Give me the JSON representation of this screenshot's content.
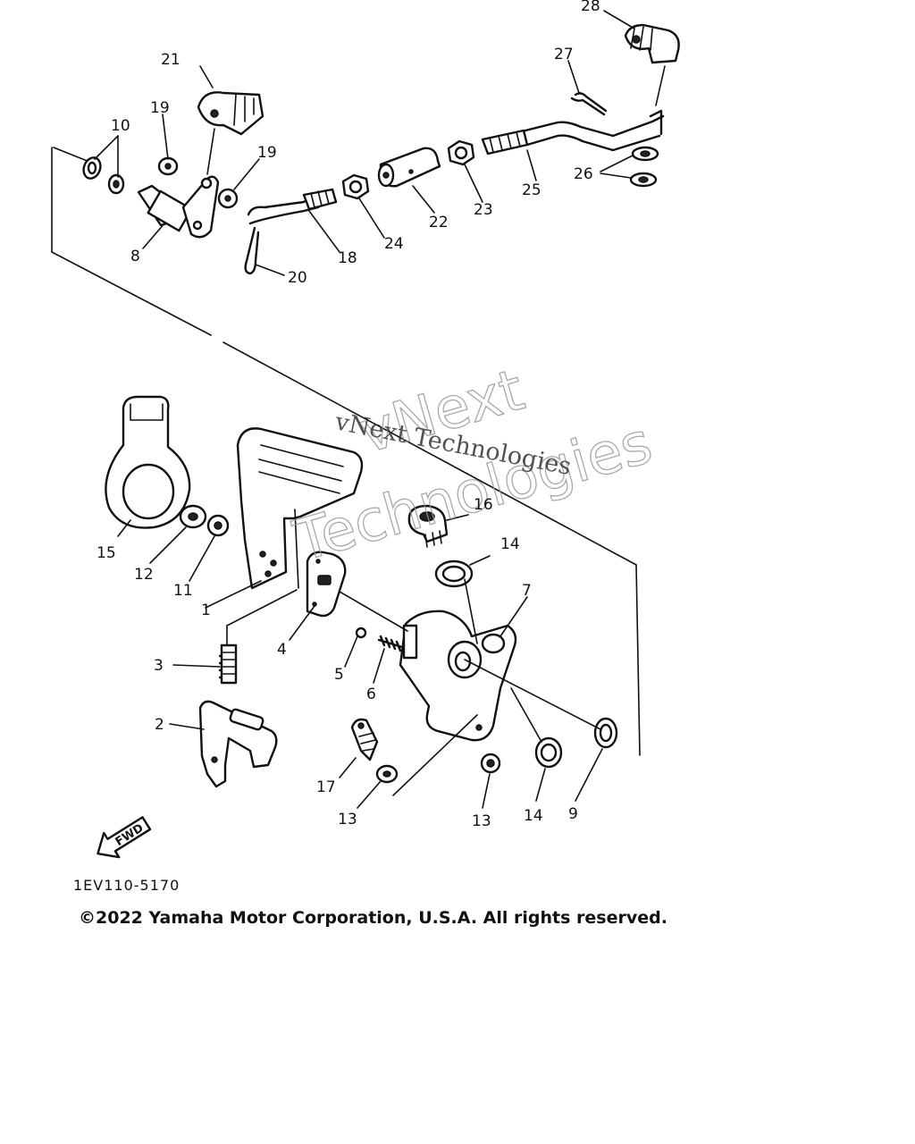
{
  "diagram": {
    "part_numbers": {
      "p1": "1",
      "p2": "2",
      "p3": "3",
      "p4": "4",
      "p5": "5",
      "p6": "6",
      "p7": "7",
      "p8": "8",
      "p9": "9",
      "p10": "10",
      "p11": "11",
      "p12": "12",
      "p13a": "13",
      "p13b": "13",
      "p14a": "14",
      "p14b": "14",
      "p15": "15",
      "p16": "16",
      "p17": "17",
      "p18": "18",
      "p19a": "19",
      "p19b": "19",
      "p20": "20",
      "p21": "21",
      "p22": "22",
      "p23": "23",
      "p24": "24",
      "p25": "25",
      "p26": "26",
      "p27": "27",
      "p28": "28"
    },
    "fwd_label": "FWD",
    "drawing_code": "1EV110-5170"
  },
  "watermark": {
    "line1": "vNext",
    "line2": "vNext Technologies",
    "line3": "Technologies"
  },
  "footer": {
    "copyright": "©2022 Yamaha Motor Corporation, U.S.A. All rights reserved."
  }
}
